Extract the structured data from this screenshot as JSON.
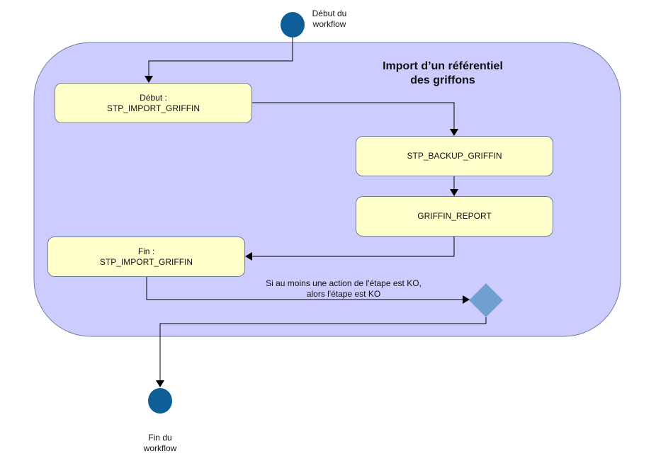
{
  "diagram": {
    "start_node": {
      "label_line1": "Début du",
      "label_line2": "workflow"
    },
    "end_node": {
      "label_line1": "Fin du",
      "label_line2": "workflow"
    },
    "container": {
      "title_line1": "Import d’un référentiel",
      "title_line2": "des griffons"
    },
    "steps": [
      {
        "line1": "Début :",
        "line2": "STP_IMPORT_GRIFFIN"
      },
      {
        "line1": "STP_BACKUP_GRIFFIN"
      },
      {
        "line1": "GRIFFIN_REPORT"
      },
      {
        "line1": "Fin :",
        "line2": "STP_IMPORT_GRIFFIN"
      }
    ],
    "condition": {
      "line1": "Si au moins une action de l'étape est KO,",
      "line2": "alors l'étape est KO"
    },
    "colors": {
      "container_fill": "#ccccff",
      "step_fill": "#ffffcc",
      "node_fill": "#0e5f97",
      "decision_fill": "#729fcf"
    }
  }
}
